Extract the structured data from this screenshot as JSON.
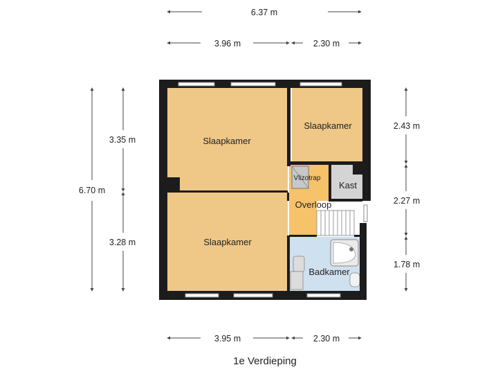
{
  "title": "1e Verdieping",
  "rooms": {
    "slaapkamer_top_left": "Slaapkamer",
    "slaapkamer_top_right": "Slaapkamer",
    "slaapkamer_bottom": "Slaapkamer",
    "vlizotrap": "Vlizotrap",
    "kast": "Kast",
    "overloop": "Overloop",
    "badkamer": "Badkamer"
  },
  "dimensions": {
    "top_total": "6.37 m",
    "top_left": "3.96 m",
    "top_right": "2.30 m",
    "bottom_left": "3.95 m",
    "bottom_right": "2.30 m",
    "left_total": "6.70 m",
    "left_upper": "3.35 m",
    "left_lower": "3.28 m",
    "right_upper": "2.43 m",
    "right_middle": "2.27 m",
    "right_lower": "1.78 m"
  },
  "colors": {
    "bedroom": "#efc787",
    "landing": "#f6c26a",
    "closet": "#d4d4d4",
    "bathroom": "#cfe0ef",
    "wall": "#1c1c1c"
  }
}
